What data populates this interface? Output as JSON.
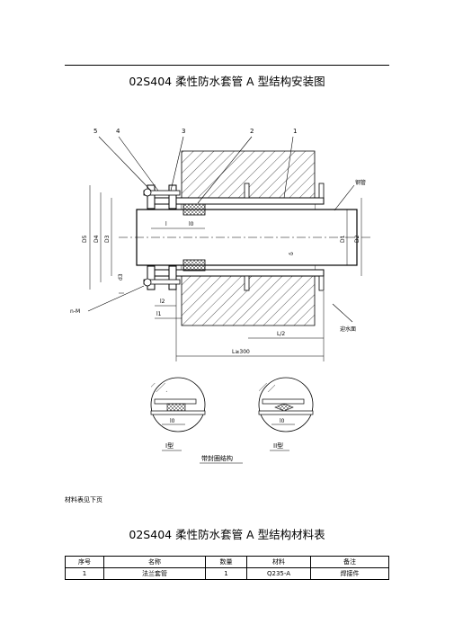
{
  "title": "02S404 柔性防水套管 A 型结构安装图",
  "drawing": {
    "callouts": [
      "5",
      "4",
      "3",
      "2",
      "1"
    ],
    "side_labels": [
      "D5",
      "D4",
      "D3",
      "D1",
      "D2",
      "d3",
      "δ"
    ],
    "dim_labels": [
      "l",
      "l0",
      "l2",
      "l1",
      "n-M",
      "L/2",
      "L≥300"
    ],
    "notes": [
      "钢管",
      "迎水面"
    ],
    "detail_dims": [
      "l0",
      "l0"
    ],
    "detail_captions": [
      "I型",
      "II型"
    ],
    "detail_title": "带封圈结构"
  },
  "note": "材料表见下页",
  "table_title": "02S404 柔性防水套管 A 型结构材料表",
  "table": {
    "headers": [
      "序号",
      "名称",
      "数量",
      "材料",
      "备注"
    ],
    "rows": [
      [
        "1",
        "法兰套管",
        "1",
        "Q235-A",
        "焊接件"
      ]
    ]
  }
}
